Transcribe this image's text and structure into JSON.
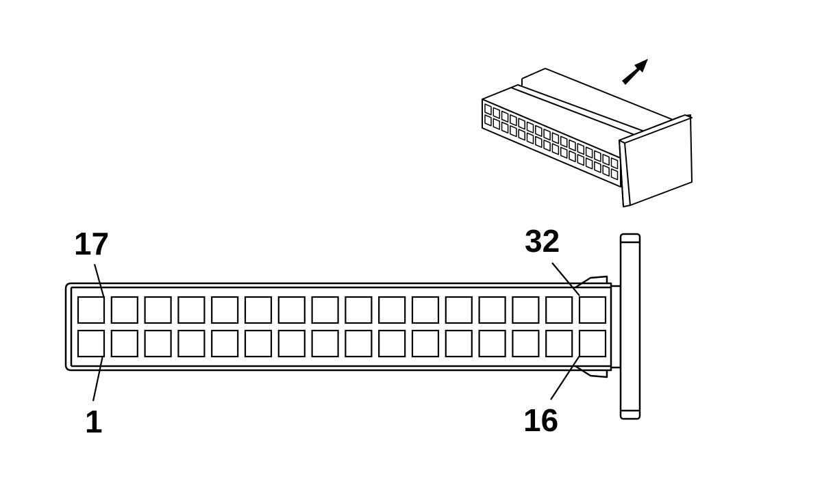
{
  "diagram": {
    "pin_labels": {
      "top_left": "17",
      "bottom_left": "1",
      "top_right": "32",
      "bottom_right": "16"
    },
    "connector": {
      "rows": 2,
      "pins_per_row": 16,
      "top_row_first_pin": 17,
      "top_row_last_pin": 32,
      "bottom_row_first_pin": 1,
      "bottom_row_last_pin": 16
    },
    "colors": {
      "line": "#000000",
      "fill": "#ffffff"
    },
    "icons": [
      "connector-isometric-icon",
      "pull-direction-arrow-icon"
    ]
  }
}
